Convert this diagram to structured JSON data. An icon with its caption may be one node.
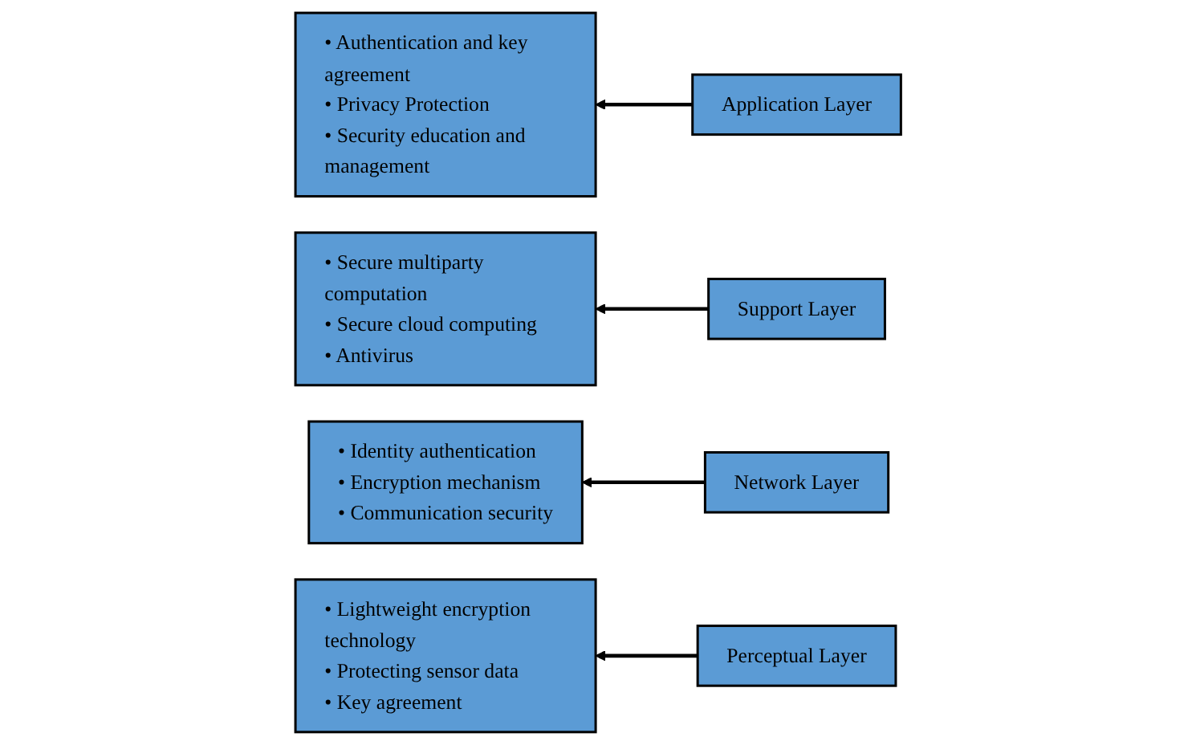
{
  "diagram": {
    "nodes": [
      {
        "text": [
          "• Authentication and key agreement",
          "• Privacy Protection",
          "• Security education and management"
        ]
      },
      {
        "text": [
          "Application Layer"
        ]
      },
      {
        "text": [
          "• Secure multiparty computation",
          "• Secure cloud computing",
          "• Antivirus"
        ]
      },
      {
        "text": [
          "Support Layer"
        ]
      },
      {
        "text": [
          "• Identity authentication",
          "• Encryption mechanism",
          "• Communication security"
        ]
      },
      {
        "text": [
          "Network Layer"
        ]
      },
      {
        "text": [
          "• Lightweight encryption technology",
          "• Protecting sensor data",
          "• Key agreement"
        ]
      },
      {
        "text": [
          "Perceptual Layer"
        ]
      }
    ],
    "edges": [
      {
        "from": 1,
        "to": 0,
        "arrow": "to"
      },
      {
        "from": 3,
        "to": 2,
        "arrow": "to"
      },
      {
        "from": 5,
        "to": 4,
        "arrow": "to"
      },
      {
        "from": 7,
        "to": 6,
        "arrow": "to"
      }
    ]
  }
}
